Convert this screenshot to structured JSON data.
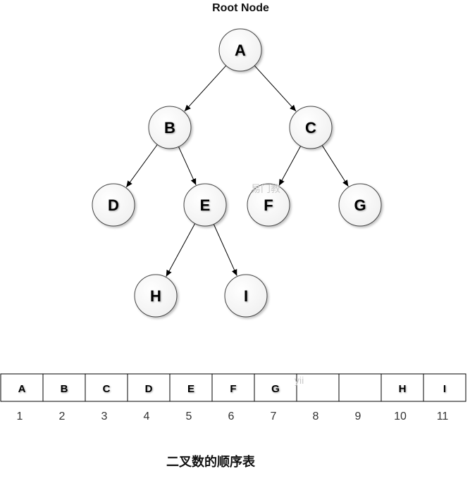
{
  "title": "Root Node",
  "caption": "二叉数的顺序表",
  "watermarks": [
    "易门教",
    "yii"
  ],
  "tree": {
    "nodes": [
      "A",
      "B",
      "C",
      "D",
      "E",
      "F",
      "G",
      "H",
      "I"
    ],
    "edges": [
      [
        "A",
        "B"
      ],
      [
        "A",
        "C"
      ],
      [
        "B",
        "D"
      ],
      [
        "B",
        "E"
      ],
      [
        "C",
        "F"
      ],
      [
        "C",
        "G"
      ],
      [
        "E",
        "H"
      ],
      [
        "E",
        "I"
      ]
    ]
  },
  "array": {
    "cells": [
      "A",
      "B",
      "C",
      "D",
      "E",
      "F",
      "G",
      "",
      "",
      "H",
      "I"
    ],
    "indices": [
      "1",
      "2",
      "3",
      "4",
      "5",
      "6",
      "7",
      "8",
      "9",
      "10",
      "11"
    ]
  }
}
